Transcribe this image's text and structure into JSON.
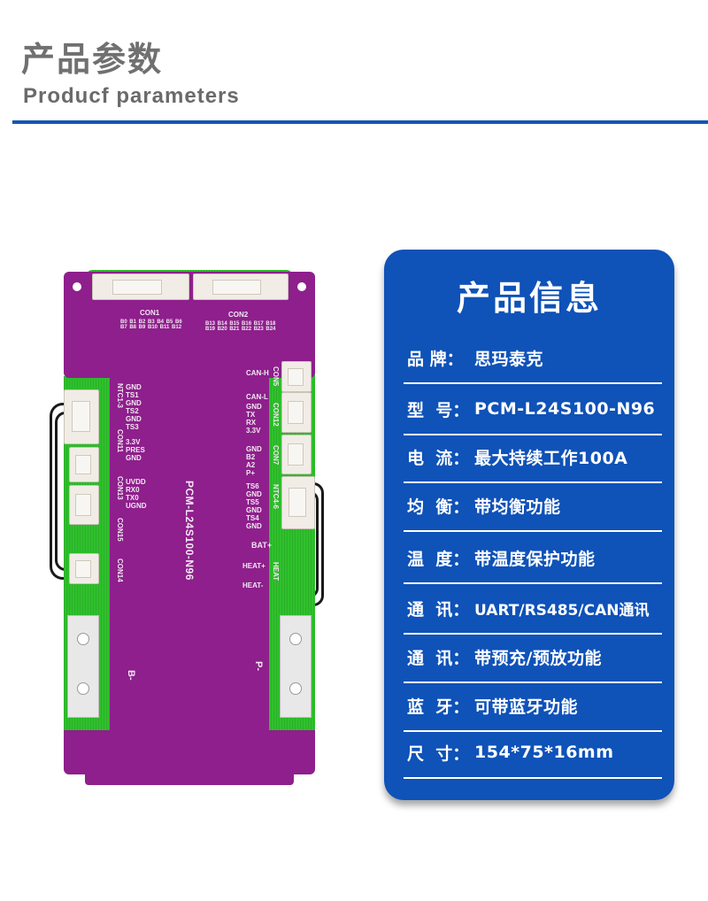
{
  "header": {
    "title_cn": "产品参数",
    "title_en": "Producf  parameters",
    "accent_color": "#1556b3"
  },
  "product_image": {
    "board_color": "#8e1f8c",
    "pcb_color": "#2fc02c",
    "model_label": "PCM-L24S100-N96",
    "connectors": {
      "con1": "CON1",
      "con1_pins": "B0 B1 B2 B3 B4 B5 B6 B7 B8 B9 B10 B11 B12",
      "con2": "CON2",
      "con2_pins": "B13 B14 B15 B16 B17 B18 B19 B20 B21 B22 B23 B24",
      "ntc13": "NTC1-3",
      "ntc13_pins": "GND\nTS1\nGND\nTS2\nGND\nTS3",
      "con11": "CON11",
      "con11_pins": "3.3V\nPRES\nGND",
      "con13": "CON13",
      "con13_pins": "UVDD\nRX0\nTX0\nUGND",
      "con15": "CON15",
      "con14": "CON14",
      "con5": "CON5",
      "con5_pins": "CAN-H\n\n\nCAN-L",
      "con12": "CON12",
      "con12_pins": "GND\nTX\nRX\n3.3V",
      "con7": "CON7",
      "con7_pins": "GND\nB2\nA2\nP+",
      "ntc46": "NTC4-6",
      "ntc46_pins": "TS6\nGND\nTS5\nGND\nTS4\nGND",
      "bat_plus": "BAT+",
      "heat": "HEAT",
      "heat_plus": "HEAT+",
      "heat_minus": "HEAT-",
      "b_minus": "B-",
      "p_minus": "P-"
    }
  },
  "info_card": {
    "title": "产品信息",
    "background": "#0f52b8",
    "rows": [
      {
        "key": "品 牌：",
        "value": "思玛泰克"
      },
      {
        "key": "型  号：",
        "value": "PCM-L24S100-N96"
      },
      {
        "key": "电  流：",
        "value": "最大持续工作100A"
      },
      {
        "key": "均  衡：",
        "value": "带均衡功能"
      },
      {
        "key": "温  度：",
        "value": "带温度保护功能"
      },
      {
        "key": "通  讯：",
        "value": "UART/RS485/CAN通讯"
      },
      {
        "key": "通  讯：",
        "value": "带预充/预放功能"
      },
      {
        "key": "蓝  牙：",
        "value": "可带蓝牙功能"
      },
      {
        "key": "尺  寸：",
        "value": "154*75*16mm"
      }
    ]
  }
}
